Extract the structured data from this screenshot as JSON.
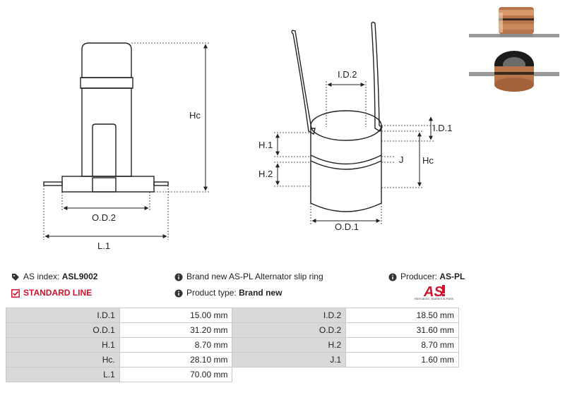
{
  "drawing_labels": {
    "hc_left": "Hc",
    "od2": "O.D.2",
    "l1": "L.1",
    "id2": "I.D.2",
    "id1": "I.D.1",
    "h1": "H.1",
    "h2": "H.2",
    "j": "J",
    "hc_right": "Hc",
    "od1": "O.D.1"
  },
  "info": {
    "as_index_label": "AS index:",
    "as_index_value": "ASL9002",
    "description": "Brand new AS-PL Alternator slip ring",
    "producer_label": "Producer:",
    "producer_value": "AS-PL",
    "line_label": "STANDARD LINE",
    "product_type_label": "Product type:",
    "product_type_value": "Brand new"
  },
  "logo": {
    "mark": "AS",
    "tagline": "Alternators, Starters & Parts"
  },
  "specs": {
    "rows": [
      {
        "l1": "I.D.1",
        "v1": "15.00 mm",
        "l2": "I.D.2",
        "v2": "18.50 mm"
      },
      {
        "l1": "O.D.1",
        "v1": "31.20 mm",
        "l2": "O.D.2",
        "v2": "31.60 mm"
      },
      {
        "l1": "H.1",
        "v1": "8.70 mm",
        "l2": "H.2",
        "v2": "8.70 mm"
      },
      {
        "l1": "Hc.",
        "v1": "28.10 mm",
        "l2": "J.1",
        "v2": "1.60 mm"
      },
      {
        "l1": "L.1",
        "v1": "70.00 mm",
        "l2": "",
        "v2": ""
      }
    ]
  },
  "icons": {
    "tag": "tag-icon",
    "info": "info-icon",
    "check": "checkbox-icon"
  },
  "colors": {
    "accent_red": "#d0122c",
    "label_bg": "#d9d9d9",
    "copper": "#b8744a"
  }
}
